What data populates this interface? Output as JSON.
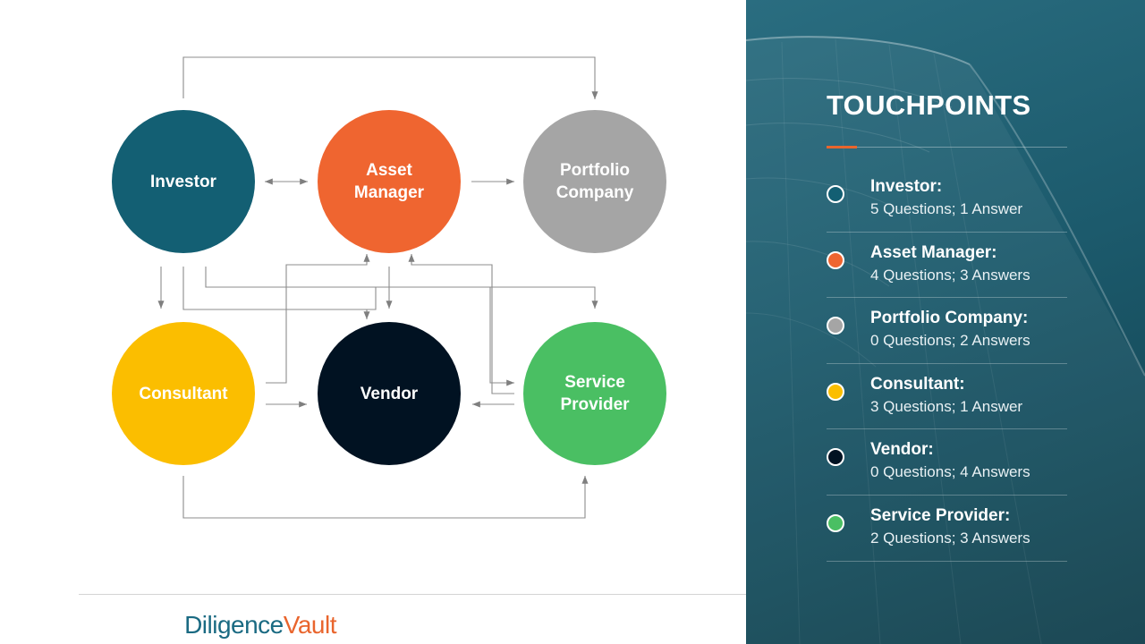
{
  "diagram": {
    "nodes": [
      {
        "id": "investor",
        "label": "Investor",
        "color": "#135f73"
      },
      {
        "id": "asset-manager",
        "label": "Asset\nManager",
        "color": "#ef6530"
      },
      {
        "id": "portfolio-company",
        "label": "Portfolio\nCompany",
        "color": "#a5a5a5"
      },
      {
        "id": "consultant",
        "label": "Consultant",
        "color": "#fbbe00"
      },
      {
        "id": "vendor",
        "label": "Vendor",
        "color": "#011222"
      },
      {
        "id": "service-provider",
        "label": "Service\nProvider",
        "color": "#4abf63"
      }
    ],
    "connections": [
      {
        "from": "investor",
        "to": "portfolio-company"
      },
      {
        "from": "investor",
        "to": "asset-manager",
        "bidirectional": true
      },
      {
        "from": "asset-manager",
        "to": "portfolio-company"
      },
      {
        "from": "investor",
        "to": "consultant"
      },
      {
        "from": "investor",
        "to": "vendor"
      },
      {
        "from": "investor",
        "to": "service-provider"
      },
      {
        "from": "asset-manager",
        "to": "vendor"
      },
      {
        "from": "consultant",
        "to": "asset-manager"
      },
      {
        "from": "service-provider",
        "to": "asset-manager"
      },
      {
        "from": "asset-manager",
        "to": "service-provider"
      },
      {
        "from": "consultant",
        "to": "vendor"
      },
      {
        "from": "service-provider",
        "to": "vendor"
      },
      {
        "from": "consultant",
        "to": "service-provider"
      }
    ]
  },
  "logo": {
    "part1": "Diligence",
    "part2": "Vault"
  },
  "panel": {
    "title": "TOUCHPOINTS",
    "accent_color": "#e9652d",
    "items": [
      {
        "name": "Investor:",
        "detail": "5 Questions; 1 Answer",
        "color": "#135f73"
      },
      {
        "name": "Asset Manager:",
        "detail": "4 Questions; 3 Answers",
        "color": "#ef6530"
      },
      {
        "name": "Portfolio Company:",
        "detail": "0 Questions; 2 Answers",
        "color": "#a5a5a5"
      },
      {
        "name": "Consultant:",
        "detail": "3 Questions; 1 Answer",
        "color": "#fbbe00"
      },
      {
        "name": "Vendor:",
        "detail": "0 Questions; 4 Answers",
        "color": "#011222"
      },
      {
        "name": "Service Provider:",
        "detail": "2 Questions; 3 Answers",
        "color": "#4abf63"
      }
    ]
  }
}
